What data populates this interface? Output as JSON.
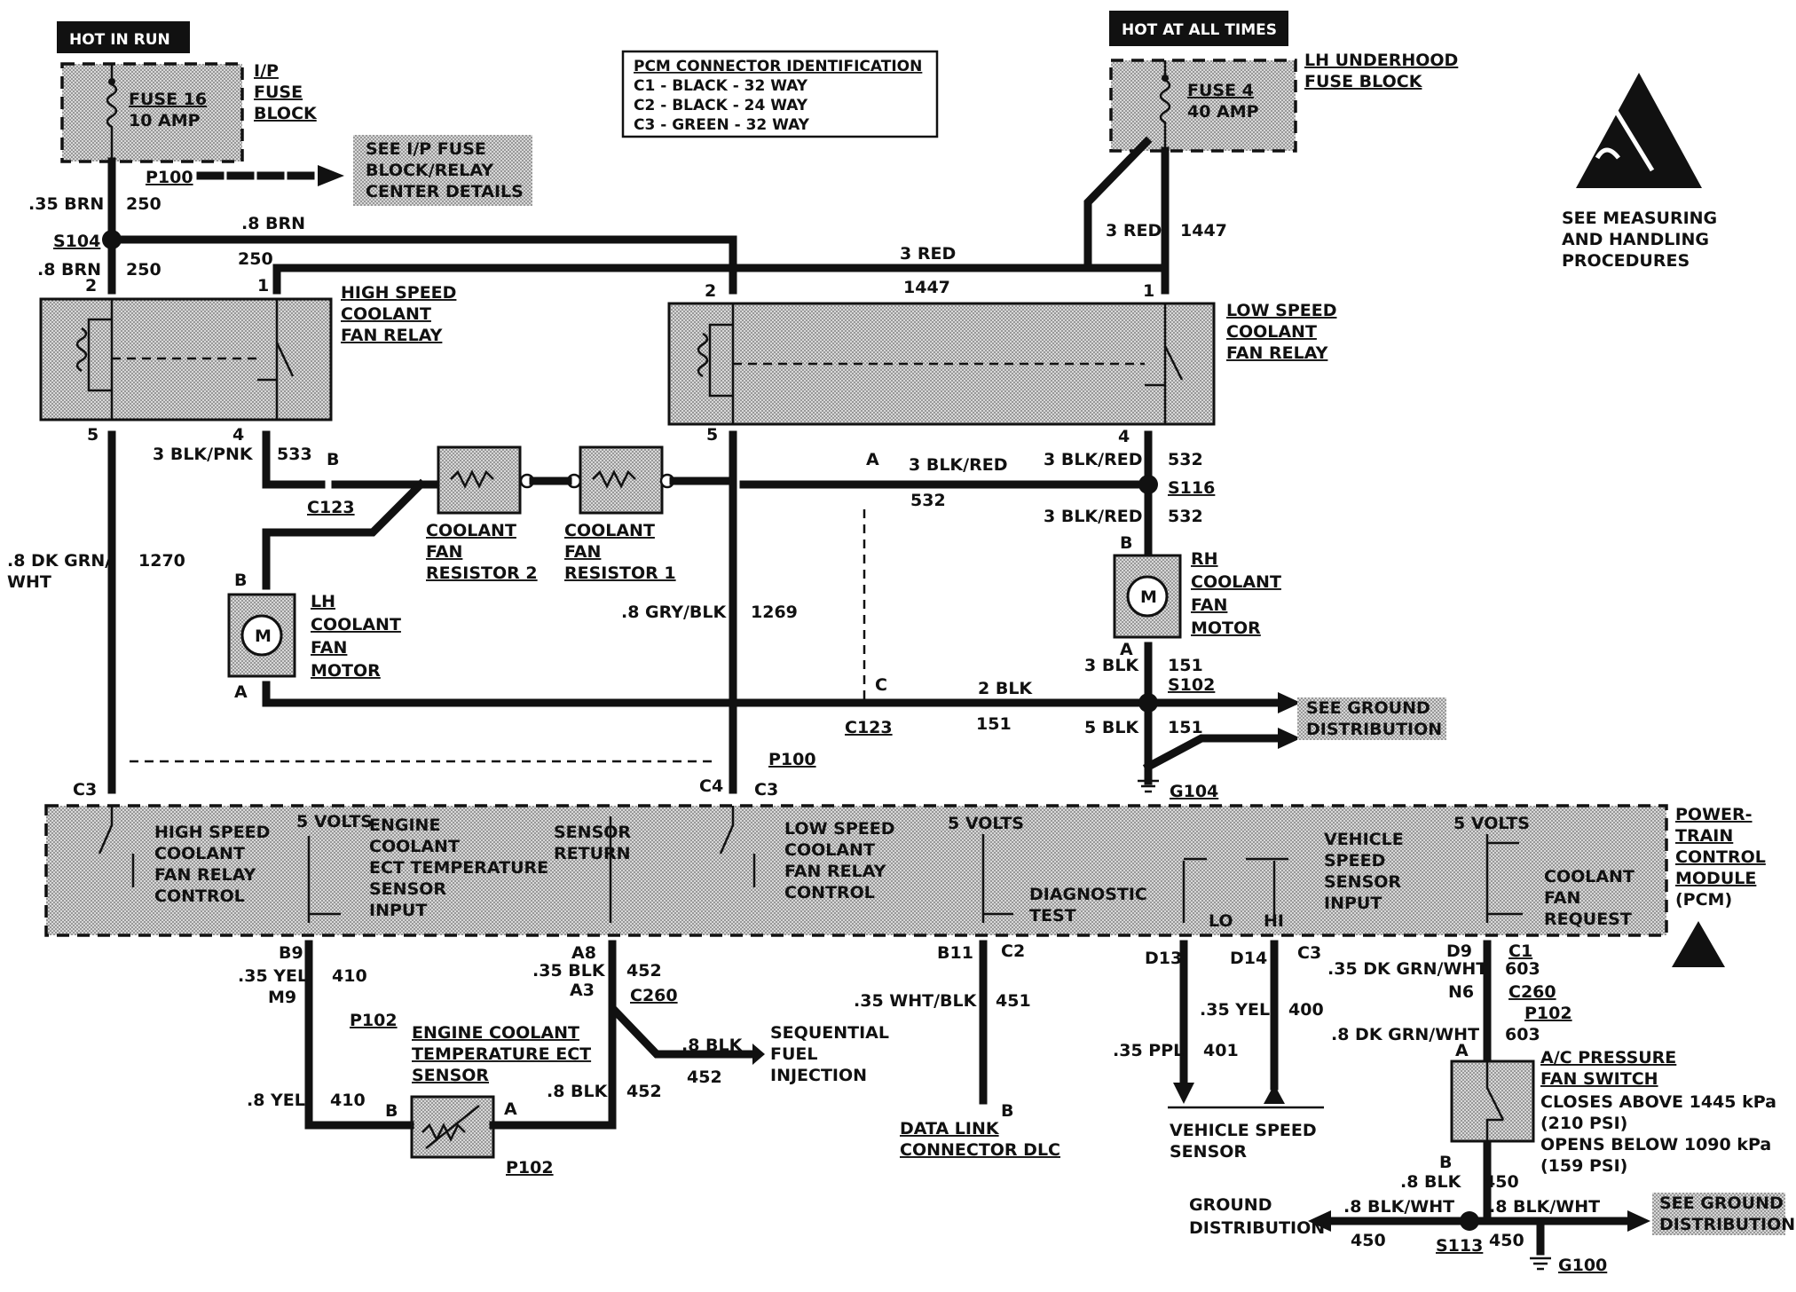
{
  "headers": {
    "hot_in_run": "HOT IN RUN",
    "hot_at_all_times": "HOT AT ALL TIMES"
  },
  "ip_fuse": {
    "fuse": "FUSE 16",
    "amp": "10 AMP",
    "block1": "I/P",
    "block2": "FUSE",
    "block3": "BLOCK"
  },
  "lh_fuse": {
    "fuse": "FUSE 4",
    "amp": "40 AMP",
    "block1": "LH UNDERHOOD",
    "block2": "FUSE BLOCK"
  },
  "see_ip": [
    "SEE I/P FUSE",
    "BLOCK/RELAY",
    "CENTER DETAILS"
  ],
  "pcm_conn": {
    "title": "PCM CONNECTOR IDENTIFICATION",
    "lines": [
      "C1 - BLACK - 32 WAY",
      "C2 - BLACK - 24 WAY",
      "C3 - GREEN - 32 WAY"
    ]
  },
  "esd": [
    "SEE  MEASURING",
    "AND HANDLING",
    "PROCEDURES"
  ],
  "relays": {
    "high": [
      "HIGH SPEED",
      "COOLANT",
      "FAN RELAY"
    ],
    "low": [
      "LOW SPEED",
      "COOLANT",
      "FAN RELAY"
    ]
  },
  "resistors": {
    "r2": [
      "COOLANT",
      "FAN",
      "RESISTOR 2"
    ],
    "r1": [
      "COOLANT",
      "FAN",
      "RESISTOR 1"
    ]
  },
  "motors": {
    "lh": [
      "LH",
      "COOLANT",
      "FAN",
      "MOTOR"
    ],
    "rh": [
      "RH",
      "COOLANT",
      "FAN",
      "MOTOR"
    ],
    "m": "M"
  },
  "see_ground": [
    "SEE GROUND",
    "DISTRIBUTION"
  ],
  "pcm": {
    "title": [
      "POWER-",
      "TRAIN",
      "CONTROL",
      "MODULE",
      "(PCM)"
    ],
    "hs": [
      "HIGH SPEED",
      "COOLANT",
      "FAN RELAY",
      "CONTROL"
    ],
    "ect": [
      "ENGINE",
      "COOLANT",
      "ECT TEMPERATURE",
      "SENSOR",
      "INPUT"
    ],
    "sensor_return": [
      "SENSOR",
      "RETURN"
    ],
    "ls": [
      "LOW SPEED",
      "COOLANT",
      "FAN RELAY",
      "CONTROL"
    ],
    "diag": [
      "DIAGNOSTIC",
      "TEST"
    ],
    "vss": [
      "VEHICLE",
      "SPEED",
      "SENSOR",
      "INPUT"
    ],
    "cfr": [
      "COOLANT",
      "FAN",
      "REQUEST"
    ],
    "volts": "5 VOLTS",
    "lo": "LO",
    "hi": "HI"
  },
  "ect_sensor": [
    "ENGINE COOLANT",
    "TEMPERATURE ECT",
    "SENSOR"
  ],
  "sfi": [
    "SEQUENTIAL",
    "FUEL",
    "INJECTION"
  ],
  "dlc": [
    "DATA LINK",
    "CONNECTOR DLC"
  ],
  "vss_sensor": [
    "VEHICLE SPEED",
    "SENSOR"
  ],
  "ac_switch": [
    "A/C PRESSURE",
    "FAN SWITCH",
    "CLOSES ABOVE 1445 kPa",
    "(210 PSI)",
    "OPENS BELOW 1090 kPa",
    "(159 PSI)"
  ],
  "ground_dist": [
    "GROUND",
    "DISTRIBUTION"
  ],
  "wires": {
    "w35brn": ".35 BRN",
    "c250": "250",
    "p100": "P100",
    "s104": "S104",
    "w8brn": ".8 BRN",
    "c250b": "250",
    "c250c": "250",
    "w8brn2": ".8 BRN",
    "red3": "3 RED",
    "c1447": "1447",
    "red3b": "3 RED",
    "c1447b": "1447",
    "pin2a": "2",
    "pin1a": "1",
    "pin2b": "2",
    "pin1b": "1",
    "pin5a": "5",
    "pin4a": "4",
    "pin5b": "5",
    "pin4b": "4",
    "blkpnk": "3 BLK/PNK",
    "c533": "533",
    "pb": "B",
    "c123": "C123",
    "pa": "A",
    "blkred1": "3 BLK/RED",
    "c532a": "532",
    "blkred2": "3 BLK/RED",
    "c532b": "532",
    "s116": "S116",
    "blkred3": "3 BLK/RED",
    "c532c": "532",
    "rhB": "B",
    "rhA": "A",
    "blk3": "3 BLK",
    "c151a": "151",
    "s102": "S102",
    "blk2": "2 BLK",
    "c151b": "151",
    "blk5": "5 BLK",
    "c151c": "151",
    "pc": "C",
    "c123b": "C123",
    "g104": "G104",
    "dkgrn": ".8 DK GRN/",
    "wht": "WHT",
    "c1270": "1270",
    "grybk": ".8 GRY/BLK",
    "c1269": "1269",
    "lhB": "B",
    "lhA": "A",
    "c3a": "C3",
    "c4": "C4",
    "c3b": "C3",
    "p100b": "P100",
    "b9": "B9",
    "yel35": ".35 YEL",
    "m9": "M9",
    "c410": "410",
    "p102": "P102",
    "a8": "A8",
    "blk35": ".35 BLK",
    "a3": "A3",
    "c452": "452",
    "c260": "C260",
    "blk8": ".8 BLK",
    "c452b": "452",
    "blk8b": ".8 BLK",
    "c452c": "452",
    "yel8": ".8 YEL",
    "c410b": "410",
    "sb": "B",
    "sa": "A",
    "p102b": "P102",
    "b11": "B11",
    "c2": "C2",
    "whtblk": ".35 WHT/BLK",
    "c451": "451",
    "dlcB": "B",
    "d13": "D13",
    "d14": "D14",
    "c3c": "C3",
    "yel35b": ".35 YEL",
    "c400": "400",
    "ppl": ".35 PPL",
    "c401": "401",
    "d9": "D9",
    "c1": "C1",
    "dkgrn35": ".35 DK GRN/WHT",
    "c603": "603",
    "n6": "N6",
    "c260b": "C260",
    "p102c": "P102",
    "dkgrn8": ".8 DK GRN/WHT",
    "c603b": "603",
    "acA": "A",
    "acB": "B",
    "blk8c": ".8 BLK",
    "c450": "450",
    "blkwht1": ".8 BLK/WHT",
    "c450b": "450",
    "blkwht2": ".8 BLK/WHT",
    "c450c": "450",
    "s113": "S113",
    "g100": "G100"
  }
}
